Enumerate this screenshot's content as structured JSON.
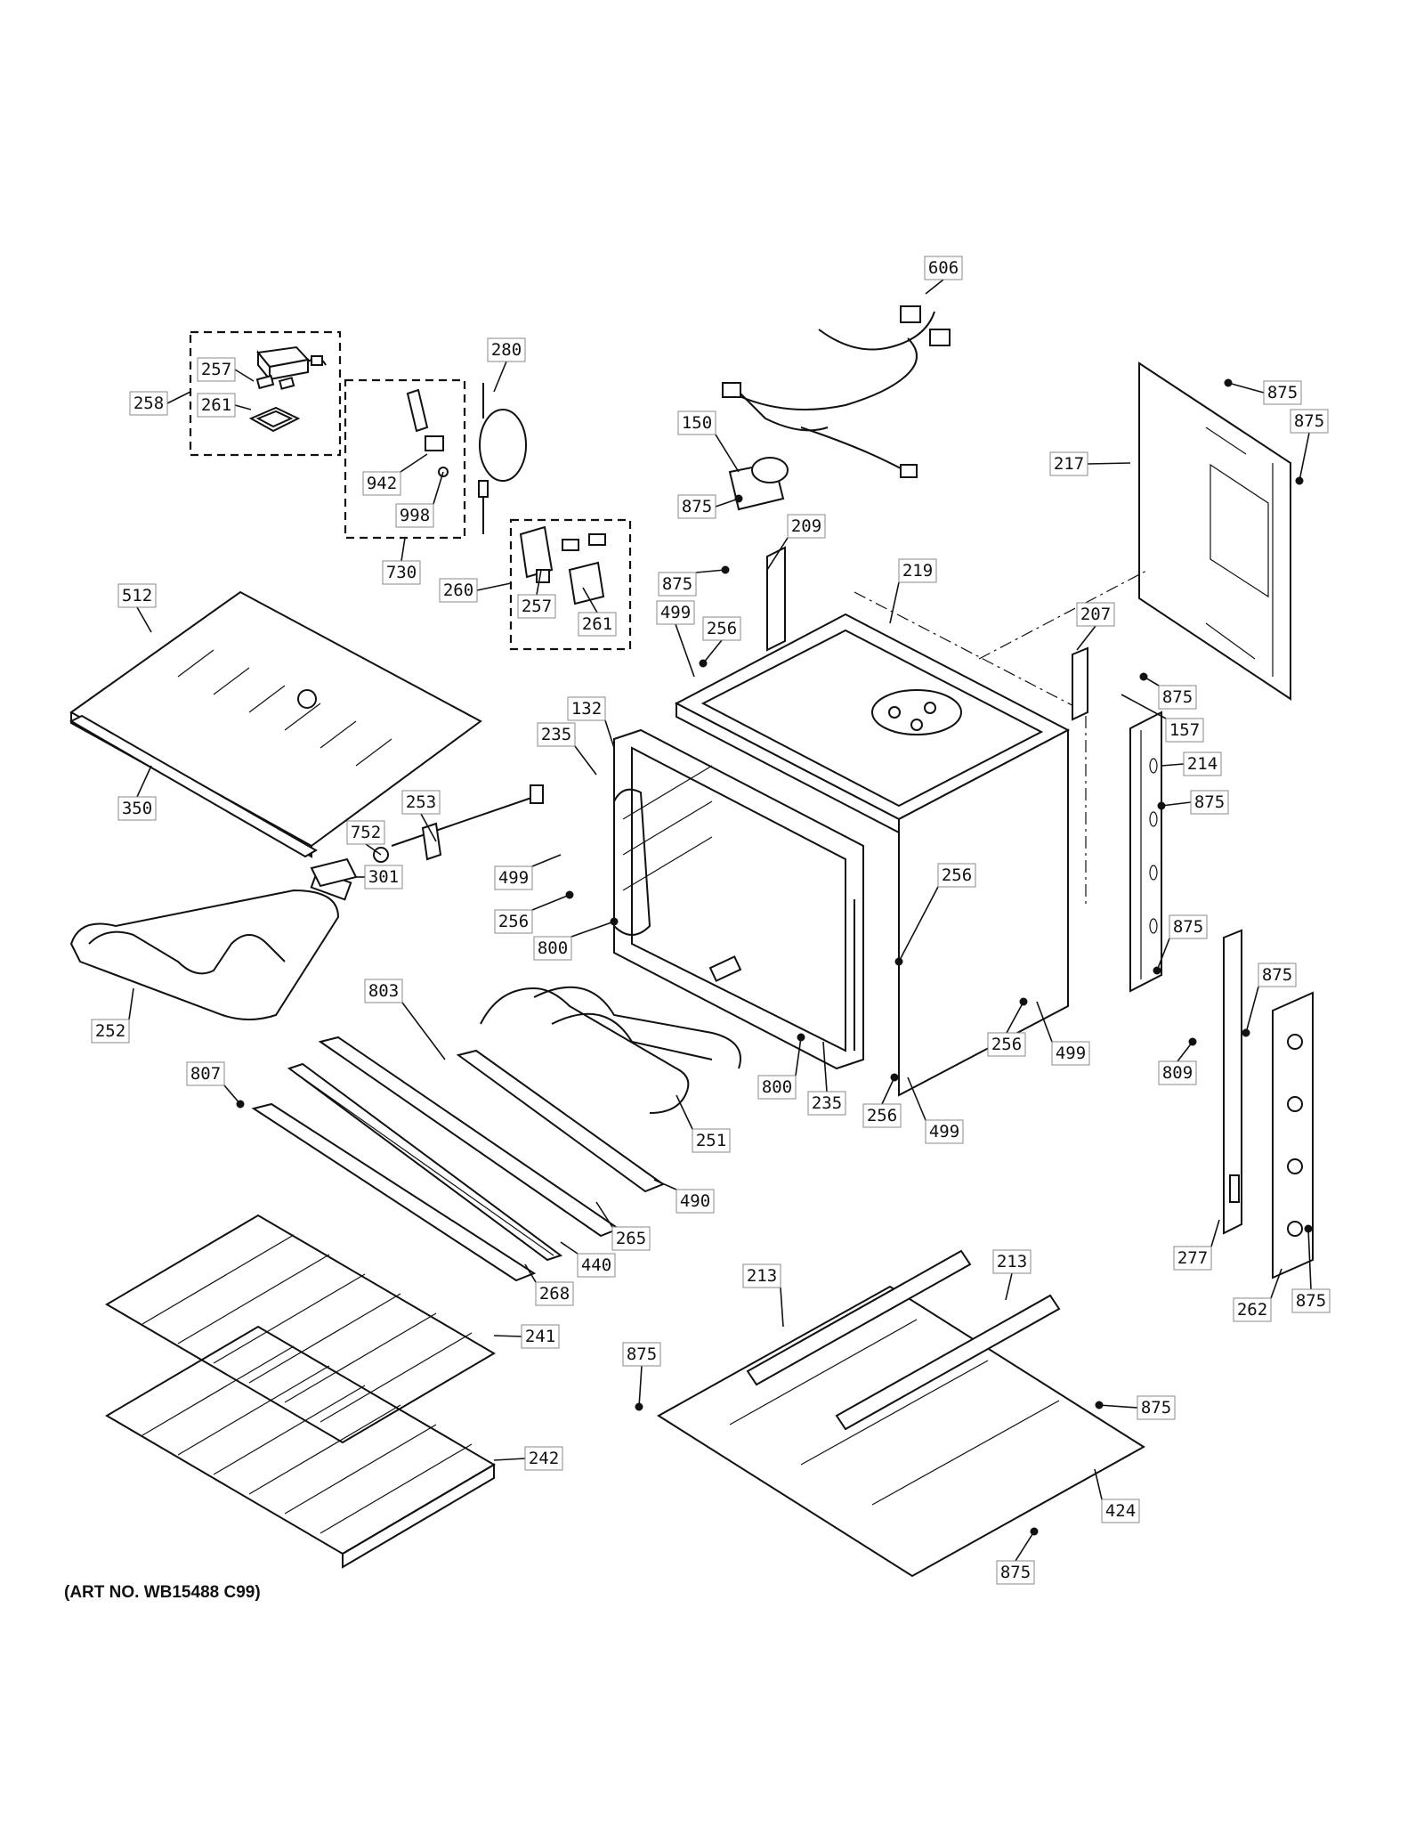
{
  "art_number": "(ART NO. WB15488 C99)",
  "callouts": [
    {
      "id": "c606a",
      "label": "606"
    },
    {
      "id": "c875a",
      "label": "875"
    },
    {
      "id": "c875b",
      "label": "875"
    },
    {
      "id": "c217",
      "label": "217"
    },
    {
      "id": "c280",
      "label": "280"
    },
    {
      "id": "c257a",
      "label": "257"
    },
    {
      "id": "c258",
      "label": "258"
    },
    {
      "id": "c261a",
      "label": "261"
    },
    {
      "id": "c942",
      "label": "942"
    },
    {
      "id": "c998",
      "label": "998"
    },
    {
      "id": "c730",
      "label": "730"
    },
    {
      "id": "c150",
      "label": "150"
    },
    {
      "id": "c875c",
      "label": "875"
    },
    {
      "id": "c209",
      "label": "209"
    },
    {
      "id": "c219",
      "label": "219"
    },
    {
      "id": "c875d",
      "label": "875"
    },
    {
      "id": "c260",
      "label": "260"
    },
    {
      "id": "c257b",
      "label": "257"
    },
    {
      "id": "c261b",
      "label": "261"
    },
    {
      "id": "c499a",
      "label": "499"
    },
    {
      "id": "c256a",
      "label": "256"
    },
    {
      "id": "c207",
      "label": "207"
    },
    {
      "id": "c875e",
      "label": "875"
    },
    {
      "id": "c157",
      "label": "157"
    },
    {
      "id": "c512",
      "label": "512"
    },
    {
      "id": "c132",
      "label": "132"
    },
    {
      "id": "c235a",
      "label": "235"
    },
    {
      "id": "c214",
      "label": "214"
    },
    {
      "id": "c875f",
      "label": "875"
    },
    {
      "id": "c253",
      "label": "253"
    },
    {
      "id": "c350",
      "label": "350"
    },
    {
      "id": "c752",
      "label": "752"
    },
    {
      "id": "c499b",
      "label": "499"
    },
    {
      "id": "c256b",
      "label": "256"
    },
    {
      "id": "c256c",
      "label": "256"
    },
    {
      "id": "c301",
      "label": "301"
    },
    {
      "id": "c800a",
      "label": "800"
    },
    {
      "id": "c875g",
      "label": "875"
    },
    {
      "id": "c875h",
      "label": "875"
    },
    {
      "id": "c803",
      "label": "803"
    },
    {
      "id": "c252",
      "label": "252"
    },
    {
      "id": "c256d",
      "label": "256"
    },
    {
      "id": "c499c",
      "label": "499"
    },
    {
      "id": "c809",
      "label": "809"
    },
    {
      "id": "c807",
      "label": "807"
    },
    {
      "id": "c800b",
      "label": "800"
    },
    {
      "id": "c235b",
      "label": "235"
    },
    {
      "id": "c256e",
      "label": "256"
    },
    {
      "id": "c499d",
      "label": "499"
    },
    {
      "id": "c251",
      "label": "251"
    },
    {
      "id": "c490",
      "label": "490"
    },
    {
      "id": "c265",
      "label": "265"
    },
    {
      "id": "c440",
      "label": "440"
    },
    {
      "id": "c268",
      "label": "268"
    },
    {
      "id": "c277",
      "label": "277"
    },
    {
      "id": "c213a",
      "label": "213"
    },
    {
      "id": "c213b",
      "label": "213"
    },
    {
      "id": "c262",
      "label": "262"
    },
    {
      "id": "c875i",
      "label": "875"
    },
    {
      "id": "c241",
      "label": "241"
    },
    {
      "id": "c875j",
      "label": "875"
    },
    {
      "id": "c875k",
      "label": "875"
    },
    {
      "id": "c242",
      "label": "242"
    },
    {
      "id": "c424",
      "label": "424"
    },
    {
      "id": "c875l",
      "label": "875"
    }
  ]
}
